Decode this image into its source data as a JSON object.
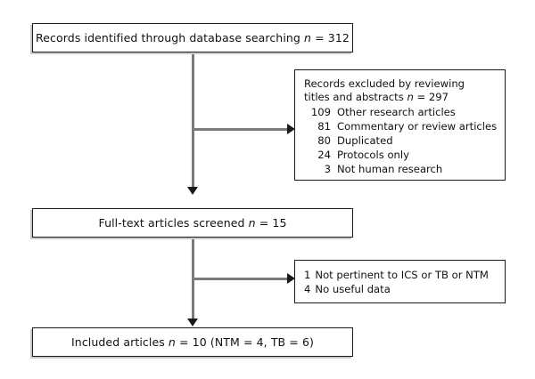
{
  "diagram": {
    "type": "prisma-flow-diagram",
    "colors": {
      "box_border": "#1a1a1a",
      "connector": "#7a7a7a",
      "arrowhead": "#1a1a1a",
      "text": "#111111",
      "background": "#ffffff"
    },
    "identification_box": {
      "text_prefix": "Records identified through database searching ",
      "n_symbol": "n",
      "text_suffix": " = 312",
      "count": 312
    },
    "screened_box": {
      "text_prefix": "Full-text articles screened ",
      "n_symbol": "n",
      "text_suffix": " = 15",
      "count": 15
    },
    "included_box": {
      "text_prefix": "Included articles ",
      "n_symbol": "n",
      "text_suffix": " = 10 (NTM = 4, TB = 6)",
      "count": 10,
      "ntm": 4,
      "tb": 6
    },
    "excluded_screening_box": {
      "head_line1": "Records excluded by reviewing",
      "head_line2_prefix": "titles and abstracts ",
      "n_symbol": "n",
      "head_line2_suffix": " = 297",
      "total": 297,
      "reasons": [
        {
          "count": "109",
          "label": "Other research articles"
        },
        {
          "count": "81",
          "label": "Commentary or review articles"
        },
        {
          "count": "80",
          "label": "Duplicated"
        },
        {
          "count": "24",
          "label": "Protocols only"
        },
        {
          "count": "3",
          "label": "Not human research"
        }
      ]
    },
    "excluded_fulltext_box": {
      "reasons": [
        {
          "count": "1",
          "label": "Not pertinent to ICS or TB or NTM"
        },
        {
          "count": "4",
          "label": "No useful data"
        }
      ]
    }
  }
}
